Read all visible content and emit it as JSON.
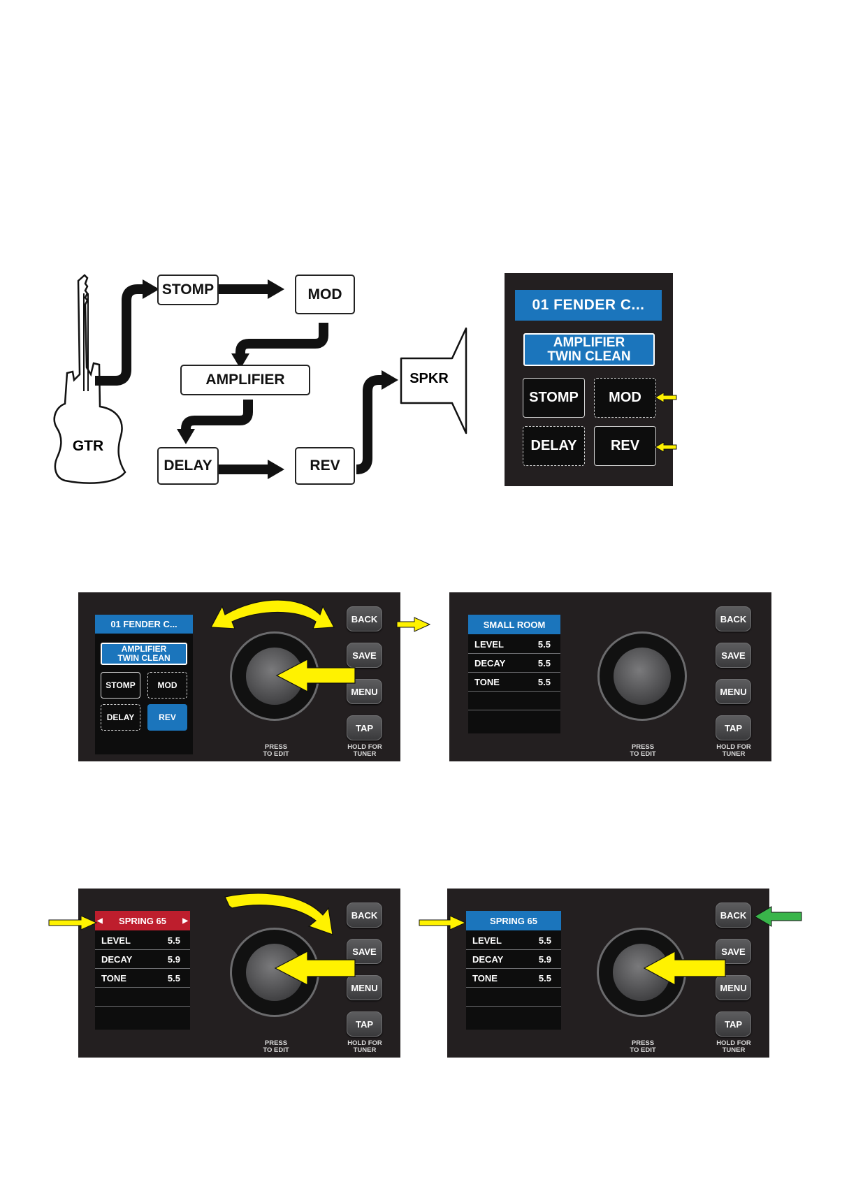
{
  "flow": {
    "guitar_label": "GTR",
    "speaker_label": "SPKR",
    "blocks": [
      "STOMP",
      "MOD",
      "AMPLIFIER",
      "DELAY",
      "REV"
    ]
  },
  "large_screen": {
    "preset": "01 FENDER C...",
    "amp_line1": "AMPLIFIER",
    "amp_line2": "TWIN CLEAN",
    "slots": [
      "STOMP",
      "MOD",
      "DELAY",
      "REV"
    ]
  },
  "controls": {
    "back": "BACK",
    "save": "SAVE",
    "menu": "MENU",
    "tap": "TAP",
    "press_line1": "PRESS",
    "press_line2": "TO EDIT",
    "hold_line1": "HOLD FOR",
    "hold_line2": "TUNER"
  },
  "panel_select": {
    "preset": "01 FENDER C...",
    "amp_line1": "AMPLIFIER",
    "amp_line2": "TWIN CLEAN",
    "slots": [
      "STOMP",
      "MOD",
      "DELAY",
      "REV"
    ]
  },
  "panel_small_room": {
    "header": "SMALL ROOM",
    "params": [
      {
        "name": "LEVEL",
        "value": "5.5"
      },
      {
        "name": "DECAY",
        "value": "5.5"
      },
      {
        "name": "TONE",
        "value": "5.5"
      }
    ]
  },
  "panel_spring_edit": {
    "header": "SPRING 65",
    "left_arrow": "◀",
    "right_arrow": "▶",
    "params": [
      {
        "name": "LEVEL",
        "value": "5.5"
      },
      {
        "name": "DECAY",
        "value": "5.9"
      },
      {
        "name": "TONE",
        "value": "5.5"
      }
    ]
  },
  "panel_spring_saved": {
    "header": "SPRING 65",
    "params": [
      {
        "name": "LEVEL",
        "value": "5.5"
      },
      {
        "name": "DECAY",
        "value": "5.9"
      },
      {
        "name": "TONE",
        "value": "5.5"
      }
    ]
  },
  "colors": {
    "display_blue": "#1b75bc",
    "edit_red": "#be1e2d",
    "pointer_yellow": "#fff200",
    "back_green": "#39b54a",
    "panel": "#231f20"
  }
}
